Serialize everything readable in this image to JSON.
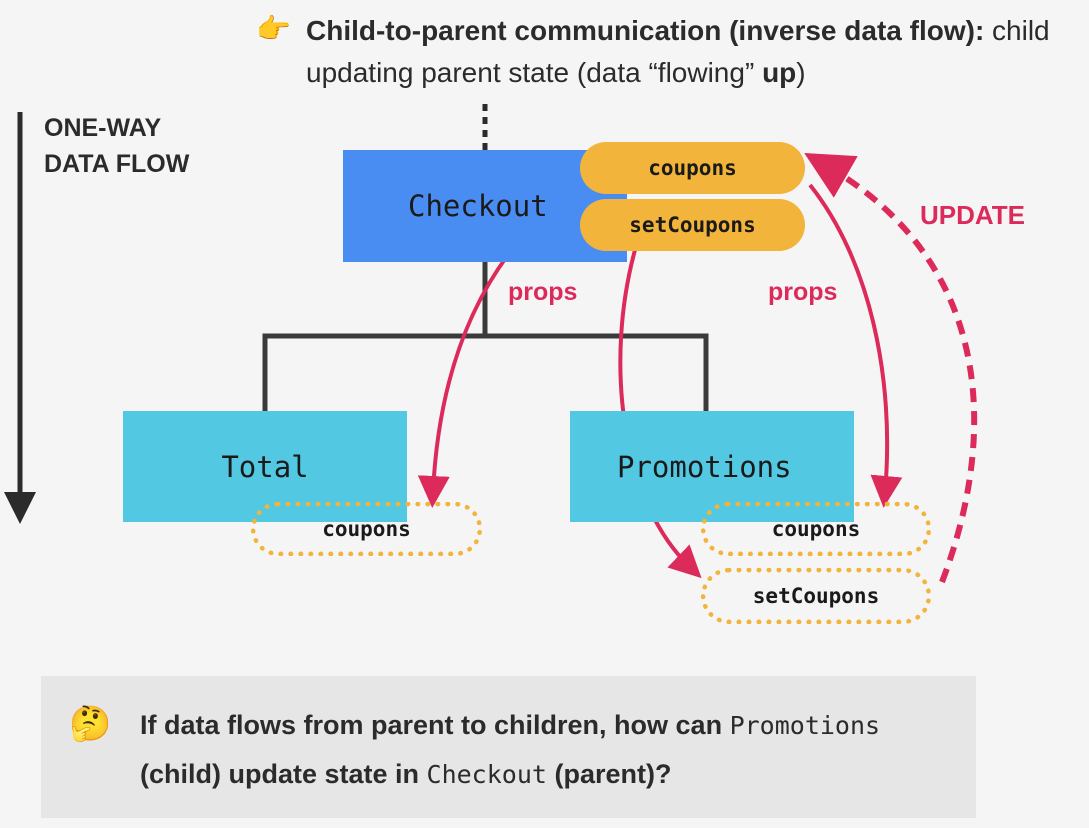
{
  "header": {
    "pointer_icon": "👉",
    "title_bold": "Child-to-parent communication (inverse data flow):",
    "title_rest": " child updating parent state (data “flowing” ",
    "title_up": "up",
    "title_end": ")"
  },
  "flow": {
    "label_line1": "ONE-WAY",
    "label_line2": "DATA FLOW"
  },
  "components": {
    "checkout": "Checkout",
    "total": "Total",
    "promotions": "Promotions"
  },
  "state": {
    "coupons": "coupons",
    "set_coupons": "setCoupons"
  },
  "props": {
    "total_coupons": "coupons",
    "promo_coupons": "coupons",
    "promo_set_coupons": "setCoupons"
  },
  "labels": {
    "props_left": "props",
    "props_right": "props",
    "update": "UPDATE"
  },
  "question": {
    "emoji": "🤔",
    "part1": "If data flows from parent to children, how can ",
    "child_name": "Promotions",
    "part2": " (child) update state in ",
    "parent_name": "Checkout",
    "part3": " (parent)?"
  },
  "colors": {
    "parent": "#4a8df2",
    "child": "#52c8e2",
    "state": "#f2b43a",
    "accent": "#dc2a5b"
  }
}
